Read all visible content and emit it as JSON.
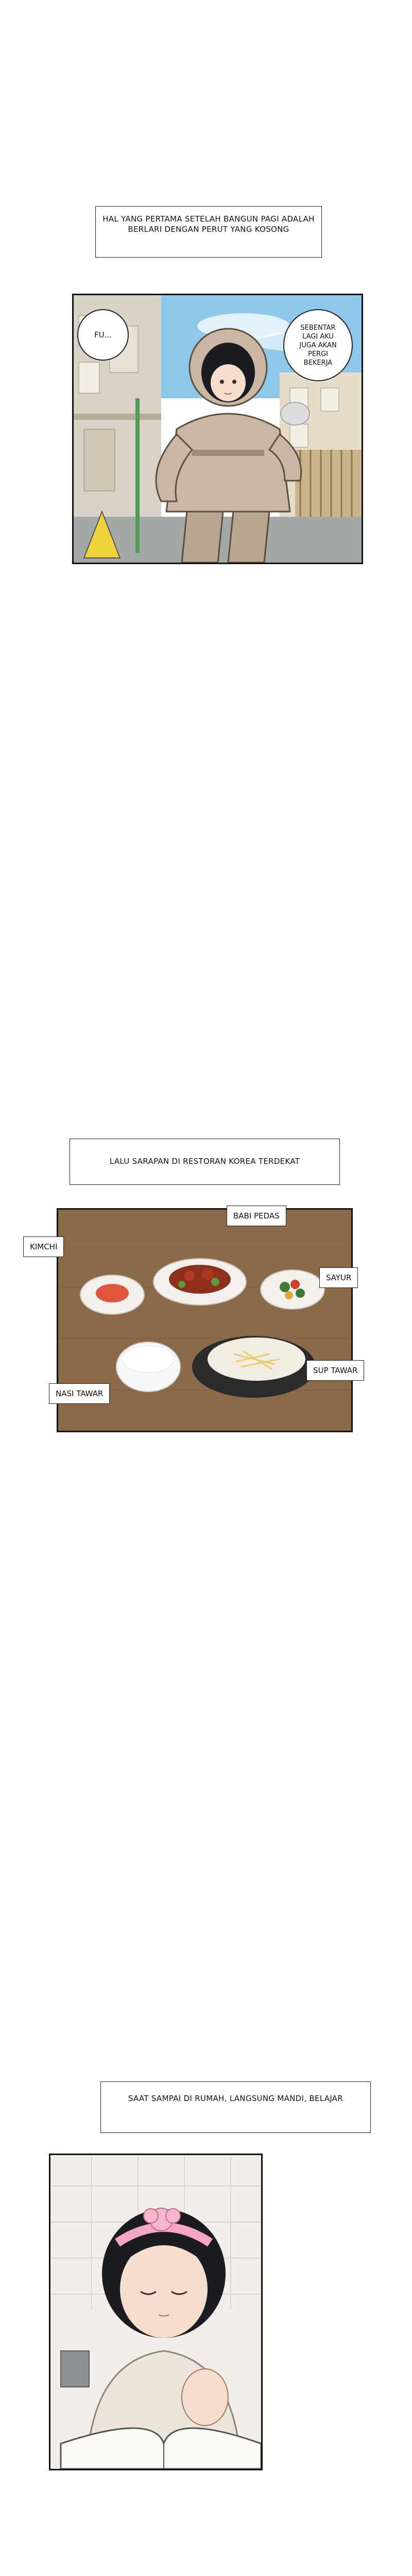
{
  "panel1": {
    "caption": "HAL YANG PERTAMA SETELAH BANGUN PAGI ADALAH BERLARI DENGAN PERUT YANG KOSONG",
    "bubble_left": "FU...",
    "bubble_right": "SEBENTAR LAGI AKU JUGA AKAN PERGI BEKERJA"
  },
  "panel2": {
    "caption": "LALU SARAPAN DI RESTORAN KOREA TERDEKAT",
    "labels": {
      "babi_pedas": "BABI PEDAS",
      "kimchi": "KIMCHI",
      "sayur": "SAYUR",
      "sup_tawar": "SUP TAWAR",
      "nasi_tawar": "NASI TAWAR"
    }
  },
  "panel3": {
    "caption": "SAAT SAMPAI DI RUMAH, LANGSUNG MANDI, BELAJAR"
  },
  "colors": {
    "sky": "#8ec7ea",
    "table": "#8a6a48",
    "hoodie": "#c9b7a3",
    "hair": "#1b1b22",
    "headband": "#f2a6c4"
  }
}
